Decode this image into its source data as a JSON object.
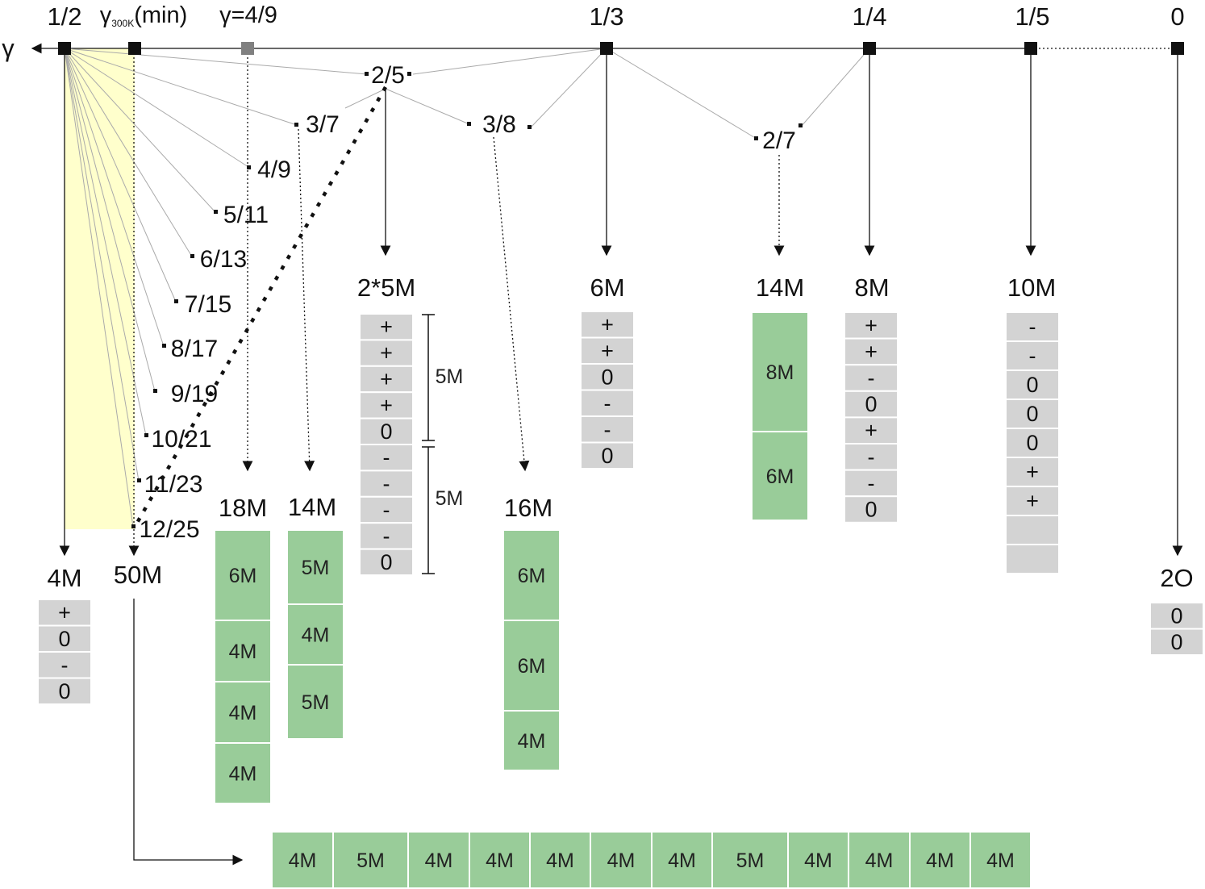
{
  "axis": {
    "symbol": "γ",
    "ticks": [
      {
        "id": "t-half",
        "label": "1/2"
      },
      {
        "id": "t-min",
        "label": "γ300K(min)",
        "main": "γ",
        "sub": "300K",
        "tail": "(min)"
      },
      {
        "id": "t-4-9",
        "label": "γ=4/9"
      },
      {
        "id": "t-third",
        "label": "1/3"
      },
      {
        "id": "t-quarter",
        "label": "1/4"
      },
      {
        "id": "t-fifth",
        "label": "1/5"
      },
      {
        "id": "t-zero",
        "label": "0"
      }
    ]
  },
  "fractions": [
    "2/5",
    "3/7",
    "3/8",
    "2/7",
    "4/9",
    "5/11",
    "6/13",
    "7/15",
    "8/17",
    "9/19",
    "10/21",
    "11/23",
    "12/25"
  ],
  "phases": [
    {
      "id": "p4m",
      "label": "4M",
      "cells": [
        "+",
        "0",
        "-",
        "0"
      ]
    },
    {
      "id": "p50m",
      "label": "50M",
      "cells": [
        "4M",
        "5M",
        "4M",
        "4M",
        "4M",
        "4M",
        "4M",
        "5M",
        "4M",
        "4M",
        "4M",
        "4M"
      ]
    },
    {
      "id": "p18m",
      "label": "18M",
      "cells": [
        "6M",
        "4M",
        "4M",
        "4M"
      ]
    },
    {
      "id": "p14m-a",
      "label": "14M",
      "cells": [
        "5M",
        "4M",
        "5M"
      ]
    },
    {
      "id": "p2x5m",
      "label": "2*5M",
      "cells": [
        "+",
        "+",
        "+",
        "+",
        "0",
        "-",
        "-",
        "-",
        "-",
        "0"
      ],
      "brace_labels": [
        "5M",
        "5M"
      ]
    },
    {
      "id": "p16m",
      "label": "16M",
      "cells": [
        "6M",
        "6M",
        "4M"
      ]
    },
    {
      "id": "p6m",
      "label": "6M",
      "cells": [
        "+",
        "+",
        "0",
        "-",
        "-",
        "0"
      ]
    },
    {
      "id": "p14m-b",
      "label": "14M",
      "cells": [
        "8M",
        "6M"
      ]
    },
    {
      "id": "p8m",
      "label": "8M",
      "cells": [
        "+",
        "+",
        "-",
        "0",
        "+",
        "-",
        "-",
        "0"
      ]
    },
    {
      "id": "p10m",
      "label": "10M",
      "cells": [
        "-",
        "-",
        "0",
        "0",
        "0",
        "+",
        "+",
        "",
        ""
      ]
    },
    {
      "id": "p2o",
      "label": "2O",
      "cells": [
        "0",
        "0"
      ]
    }
  ],
  "colors": {
    "gray_cell": "#d3d3d3",
    "green_cell": "#99cc99",
    "highlight": "#ffffcc",
    "marker": "#111111",
    "marker_gray": "#808080",
    "thin_line": "#aaaaaa"
  }
}
